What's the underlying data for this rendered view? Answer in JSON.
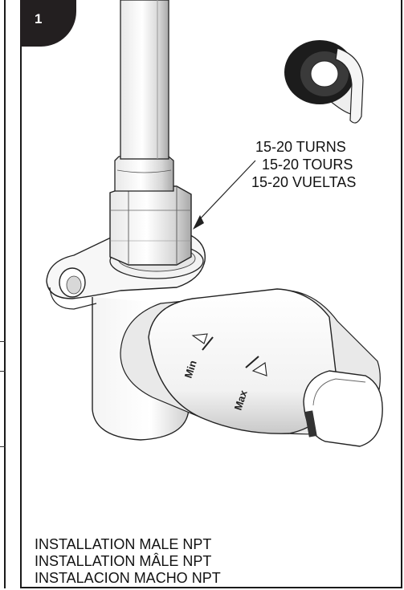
{
  "step": {
    "number": "1"
  },
  "callout": {
    "lines": [
      "15-20 TURNS",
      "15-20 TOURS",
      "15-20 VUELTAS"
    ]
  },
  "handle": {
    "min_label": "Min",
    "max_label": "Max"
  },
  "caption": {
    "lines": [
      "INSTALLATION MALE NPT",
      "INSTALLATION MÂLE NPT",
      "INSTALACION  MACHO NPT"
    ]
  }
}
